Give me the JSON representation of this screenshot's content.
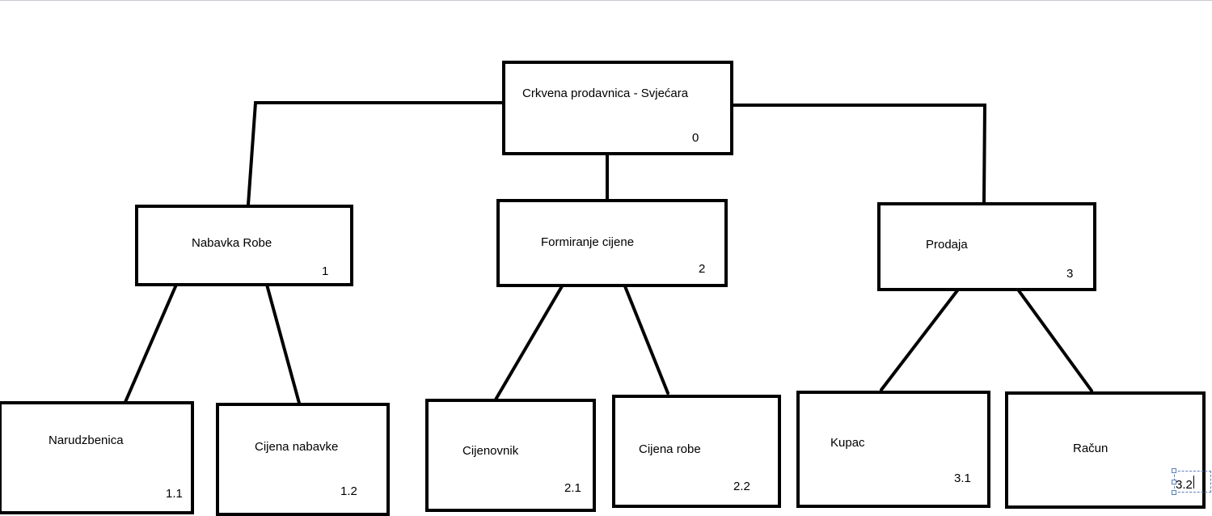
{
  "diagram": {
    "root": {
      "label": "Crkvena prodavnica - Svjećara",
      "code": "0"
    },
    "level1": [
      {
        "label": "Nabavka Robe",
        "code": "1"
      },
      {
        "label": "Formiranje cijene",
        "code": "2"
      },
      {
        "label": "Prodaja",
        "code": "3"
      }
    ],
    "level2": [
      {
        "label": "Narudzbenica",
        "code": "1.1"
      },
      {
        "label": "Cijena nabavke",
        "code": "1.2"
      },
      {
        "label": "Cijenovnik",
        "code": "2.1"
      },
      {
        "label": "Cijena robe",
        "code": "2.2"
      },
      {
        "label": "Kupac",
        "code": "3.1"
      },
      {
        "label": "Račun",
        "code": "3.2"
      }
    ]
  },
  "colors": {
    "stroke": "#000000",
    "background": "#ffffff",
    "selection": "#5a7fb8"
  }
}
